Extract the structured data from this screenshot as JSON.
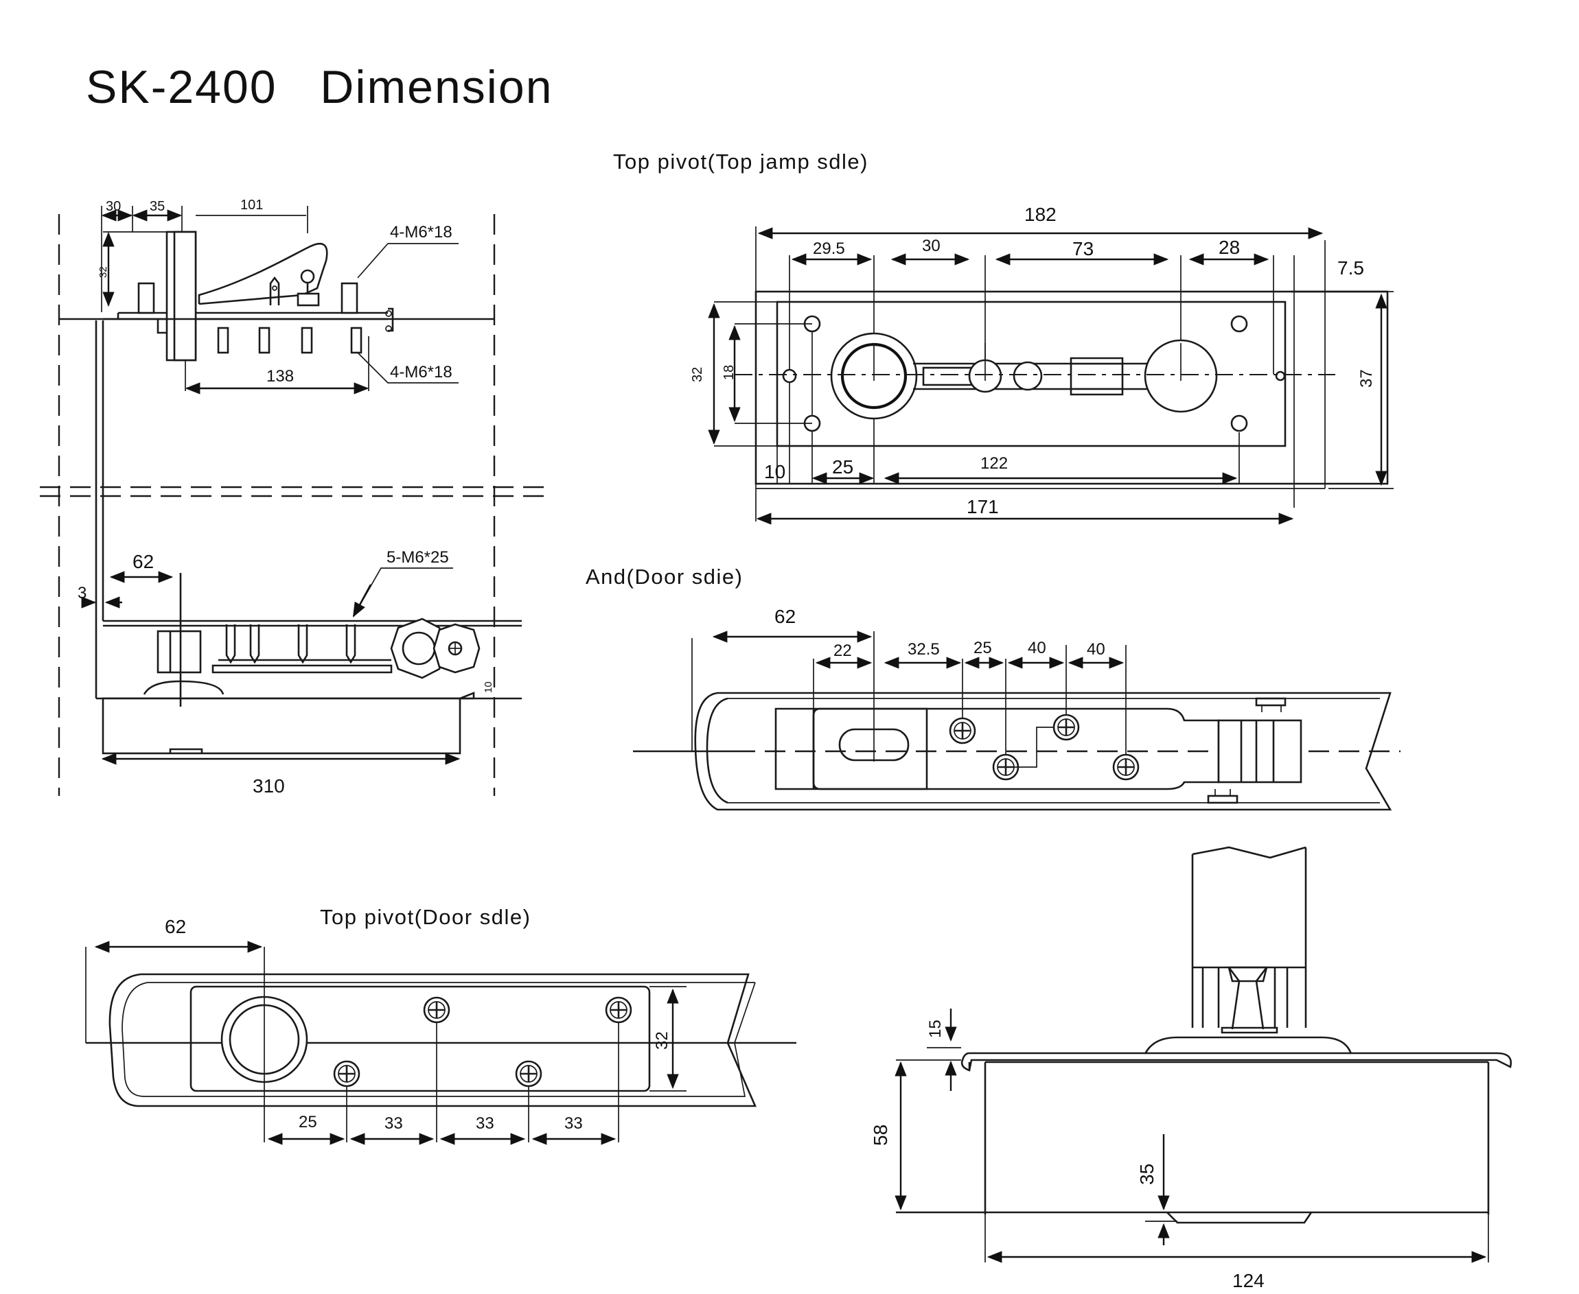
{
  "title": "SK-2400   Dimension",
  "captions": {
    "top_jamb": "Top pivot(Top jamp sdle)",
    "door_side": "And(Door sdie)",
    "top_pivot_door": "Top pivot(Door sdle)"
  },
  "elevation": {
    "top_dims": [
      "30",
      "35",
      "101"
    ],
    "height_32": "32",
    "screw_top": "4-M6*18",
    "screw_bottom": "4-M6*18",
    "dim_138": "138",
    "dim_62": "62",
    "dim_3": "3",
    "screw_5": "5-M6*25",
    "dim_10": "10",
    "dim_310": "310"
  },
  "jamb_plate": {
    "overall": "182",
    "segments": [
      "29.5",
      "30",
      "73",
      "28"
    ],
    "offset_7_5": "7.5",
    "h32": "32",
    "h18": "18",
    "h37": "37",
    "d10": "10",
    "d25": "25",
    "d122": "122",
    "d171": "171"
  },
  "door_side": {
    "d62": "62",
    "d22": "22",
    "d32_5": "32.5",
    "d25": "25",
    "d40a": "40",
    "d40b": "40"
  },
  "door_pivot": {
    "d62": "62",
    "h32": "32",
    "spacing": [
      "25",
      "33",
      "33",
      "33"
    ]
  },
  "floor_section": {
    "d15": "15",
    "d58": "58",
    "d35": "35",
    "d124": "124"
  }
}
